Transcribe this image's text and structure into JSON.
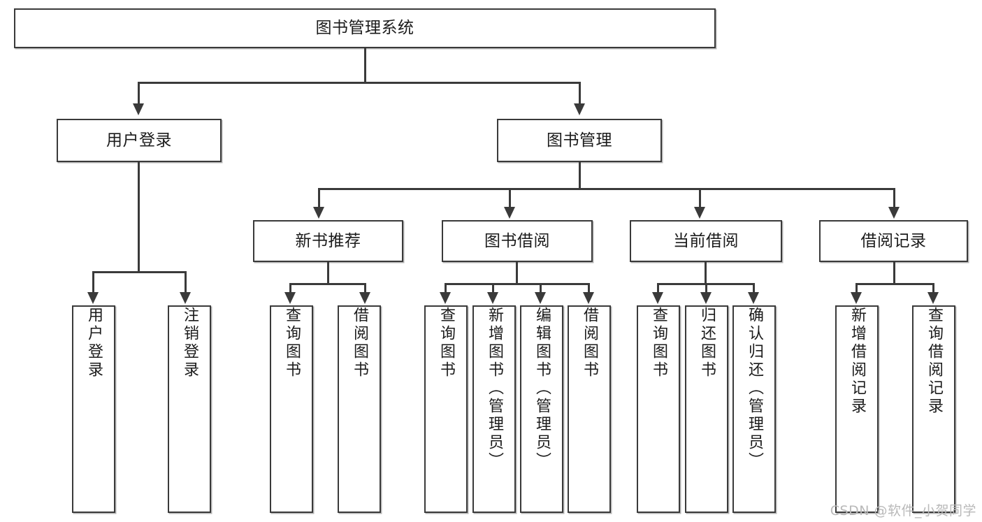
{
  "diagram": {
    "type": "tree",
    "title": "图书管理系统",
    "root": {
      "label": "图书管理系统"
    },
    "level2": [
      {
        "label": "用户登录"
      },
      {
        "label": "图书管理"
      }
    ],
    "level3": [
      {
        "label": "新书推荐"
      },
      {
        "label": "图书借阅"
      },
      {
        "label": "当前借阅"
      },
      {
        "label": "借阅记录"
      }
    ],
    "leaves": {
      "user_login": [
        {
          "label": "用户登录"
        },
        {
          "label": "注销登录"
        }
      ],
      "new_book_recommend": [
        {
          "label": "查询图书"
        },
        {
          "label": "借阅图书"
        }
      ],
      "book_borrow": [
        {
          "label": "查询图书"
        },
        {
          "label": "新增图书（管理员）"
        },
        {
          "label": "编辑图书（管理员）"
        },
        {
          "label": "借阅图书"
        }
      ],
      "current_borrow": [
        {
          "label": "查询图书"
        },
        {
          "label": "归还图书"
        },
        {
          "label": "确认归还（管理员）"
        }
      ],
      "borrow_record": [
        {
          "label": "新增借阅记录"
        },
        {
          "label": "查询借阅记录"
        }
      ]
    }
  },
  "watermark": {
    "text": "CSDN @软件_小贺同学"
  },
  "colors": {
    "stroke": "#3a3a3a",
    "fill": "#ffffff",
    "text": "#1b1b1b",
    "watermark": "#b9b9b9"
  }
}
